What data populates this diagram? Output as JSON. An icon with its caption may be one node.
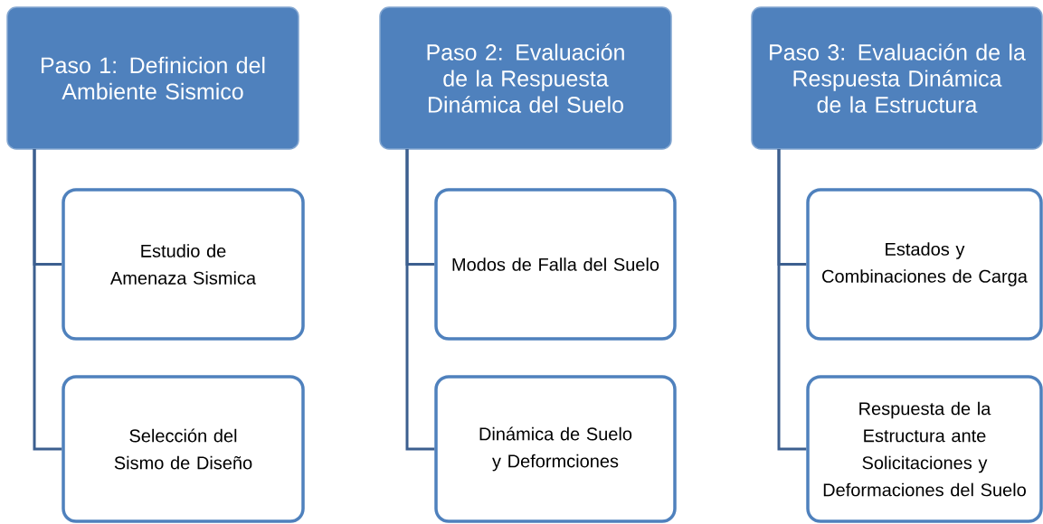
{
  "diagram": {
    "nodes": [
      {
        "text": [
          "Paso 1: Definicion del Ambiente Sismico"
        ]
      },
      {
        "text": [
          "Estudio de Amenaza Sismica"
        ]
      },
      {
        "text": [
          "Selección del Sismo de Diseño"
        ]
      },
      {
        "text": [
          "Paso 2: Evaluación de la Respuesta Dinámica del Suelo"
        ]
      },
      {
        "text": [
          "Modos de Falla del Suelo"
        ]
      },
      {
        "text": [
          "Dinámica de Suelo y Deformciones"
        ]
      },
      {
        "text": [
          "Paso 3: Evaluación de la Respuesta Dinámica de la Estructura"
        ]
      },
      {
        "text": [
          "Estados y Combinaciones de Carga"
        ]
      },
      {
        "text": [
          "Respuesta de la Estructura ante Solicitaciones y Deformaciones del Suelo"
        ]
      }
    ],
    "edges": [
      {
        "from": 0,
        "to": 1,
        "arrow": "none"
      },
      {
        "from": 0,
        "to": 2,
        "arrow": "none"
      },
      {
        "from": 3,
        "to": 4,
        "arrow": "none"
      },
      {
        "from": 3,
        "to": 5,
        "arrow": "none"
      },
      {
        "from": 6,
        "to": 7,
        "arrow": "none"
      },
      {
        "from": 6,
        "to": 8,
        "arrow": "none"
      }
    ]
  }
}
